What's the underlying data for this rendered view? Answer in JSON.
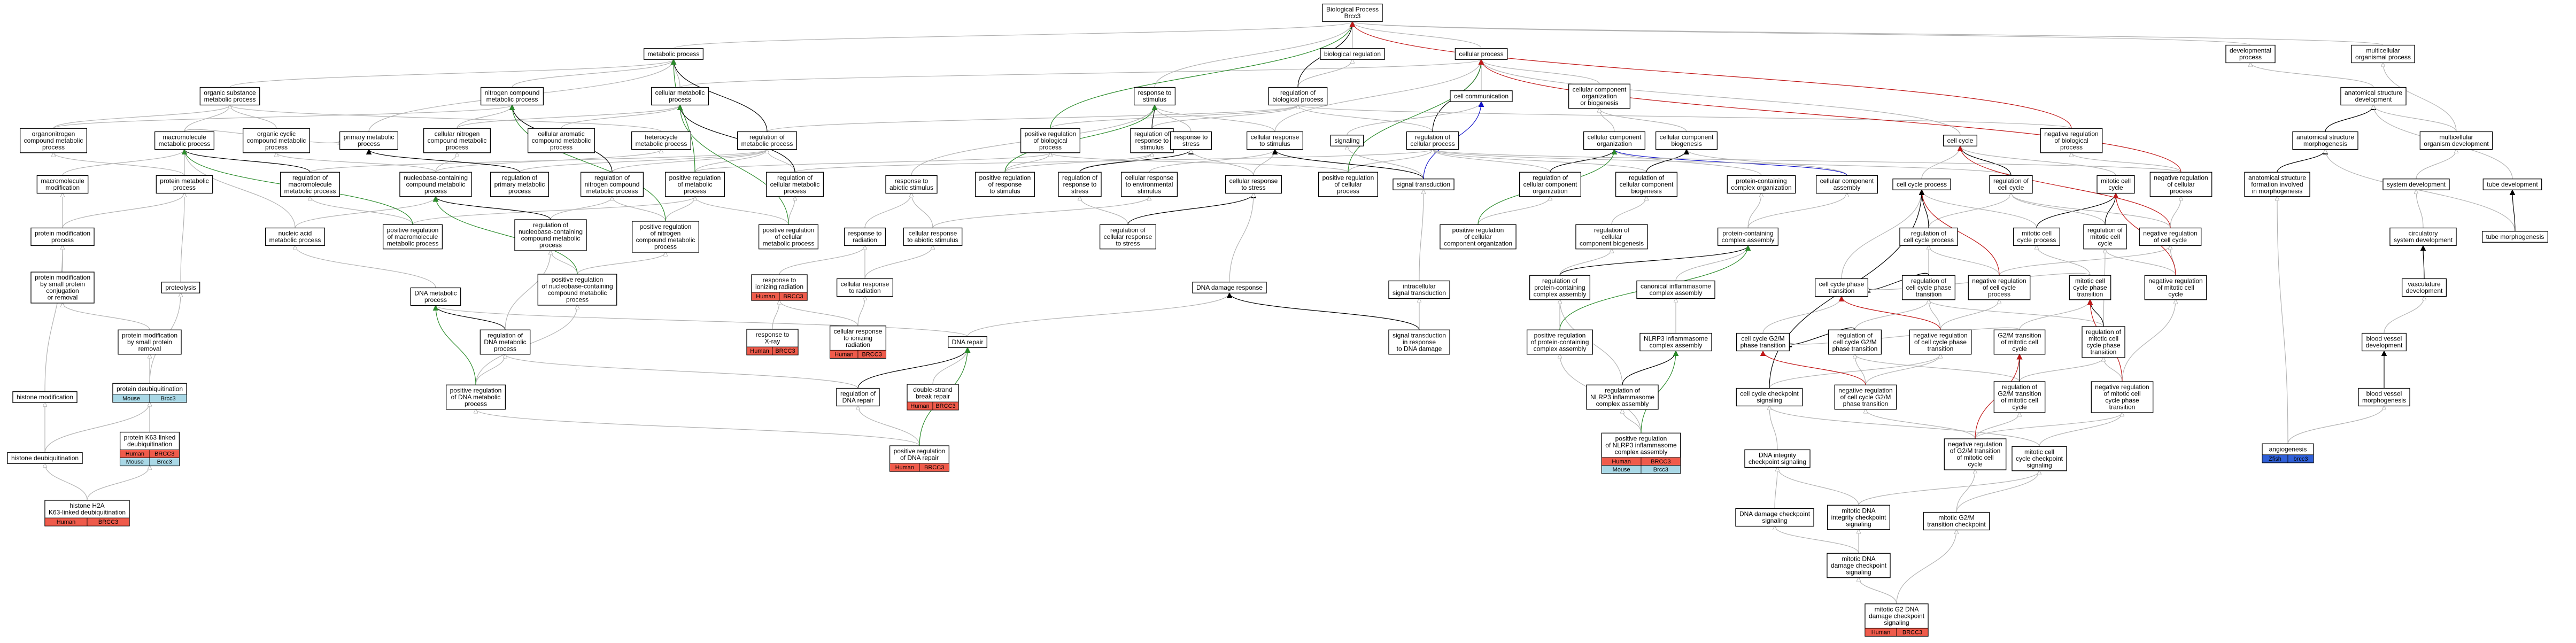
{
  "colors": {
    "is_a": "#b3b3b3",
    "part_of": "#000000",
    "regulates": "#000000",
    "positively_regulates": "#2a8a2a",
    "negatively_regulates": "#c01818",
    "occurs_in": "#1010c8",
    "human": "#ef5b4b",
    "mouse": "#a9d8e6",
    "zfish": "#3060d8"
  },
  "nodes": [
    {
      "id": "bp",
      "lines": [
        "Biological Process",
        "Brcc3"
      ]
    },
    {
      "id": "metab",
      "lines": [
        "metabolic process"
      ]
    },
    {
      "id": "cellproc",
      "lines": [
        "cellular process"
      ]
    },
    {
      "id": "bioreg",
      "lines": [
        "biological regulation"
      ]
    },
    {
      "id": "devproc",
      "lines": [
        "developmental",
        "process"
      ]
    },
    {
      "id": "multi",
      "lines": [
        "multicellular",
        "organismal process"
      ]
    },
    {
      "id": "orgsub",
      "lines": [
        "organic substance",
        "metabolic process"
      ]
    },
    {
      "id": "nitro",
      "lines": [
        "nitrogen compound",
        "metabolic process"
      ]
    },
    {
      "id": "cellmetab",
      "lines": [
        "cellular metabolic",
        "process"
      ]
    },
    {
      "id": "respstim",
      "lines": [
        "response to",
        "stimulus"
      ]
    },
    {
      "id": "regbio",
      "lines": [
        "regulation of",
        "biological process"
      ]
    },
    {
      "id": "cellcomm",
      "lines": [
        "cell communication"
      ]
    },
    {
      "id": "ccorg",
      "lines": [
        "cellular component",
        "organization",
        "or biogenesis"
      ]
    },
    {
      "id": "anatdev",
      "lines": [
        "anatomical structure",
        "development"
      ]
    },
    {
      "id": "organo",
      "lines": [
        "organonitrogen",
        "compound metabolic",
        "process"
      ]
    },
    {
      "id": "macro",
      "lines": [
        "macromolecule",
        "metabolic process"
      ]
    },
    {
      "id": "orgcyc",
      "lines": [
        "organic cyclic",
        "compound metabolic",
        "process"
      ]
    },
    {
      "id": "primary",
      "lines": [
        "primary metabolic",
        "process"
      ]
    },
    {
      "id": "cellnitro",
      "lines": [
        "cellular nitrogen",
        "compound metabolic",
        "process"
      ]
    },
    {
      "id": "cellarom",
      "lines": [
        "cellular aromatic",
        "compound metabolic",
        "process"
      ]
    },
    {
      "id": "hetero",
      "lines": [
        "heterocycle",
        "metabolic process"
      ]
    },
    {
      "id": "regmetab",
      "lines": [
        "regulation of",
        "metabolic process"
      ]
    },
    {
      "id": "posbio",
      "lines": [
        "positive regulation",
        "of biological",
        "process"
      ]
    },
    {
      "id": "regresp",
      "lines": [
        "regulation of",
        "response to",
        "stimulus"
      ]
    },
    {
      "id": "respstress",
      "lines": [
        "response to",
        "stress"
      ]
    },
    {
      "id": "cellresp",
      "lines": [
        "cellular response",
        "to stimulus"
      ]
    },
    {
      "id": "signaling",
      "lines": [
        "signaling"
      ]
    },
    {
      "id": "regcell",
      "lines": [
        "regulation of",
        "cellular process"
      ]
    },
    {
      "id": "cellcomporg",
      "lines": [
        "cellular component",
        "organization"
      ]
    },
    {
      "id": "cellcompbio",
      "lines": [
        "cellular component",
        "biogenesis"
      ]
    },
    {
      "id": "cellcycle",
      "lines": [
        "cell cycle"
      ]
    },
    {
      "id": "negbio",
      "lines": [
        "negative regulation",
        "of biological",
        "process"
      ]
    },
    {
      "id": "anatmorph",
      "lines": [
        "anatomical structure",
        "morphogenesis"
      ]
    },
    {
      "id": "multidev",
      "lines": [
        "multicellular",
        "organism development"
      ]
    },
    {
      "id": "macromod",
      "lines": [
        "macromolecule",
        "modification"
      ]
    },
    {
      "id": "protmetab",
      "lines": [
        "protein metabolic",
        "process"
      ]
    },
    {
      "id": "regmacro",
      "lines": [
        "regulation of",
        "macromolecule",
        "metabolic process"
      ]
    },
    {
      "id": "nucleobase",
      "lines": [
        "nucleobase-containing",
        "compound metabolic",
        "process"
      ]
    },
    {
      "id": "regprim",
      "lines": [
        "regulation of",
        "primary metabolic",
        "process"
      ]
    },
    {
      "id": "regnitro",
      "lines": [
        "regulation of",
        "nitrogen compound",
        "metabolic process"
      ]
    },
    {
      "id": "posmetab",
      "lines": [
        "positive regulation",
        "of metabolic",
        "process"
      ]
    },
    {
      "id": "regcellmetab",
      "lines": [
        "regulation of",
        "cellular metabolic",
        "process"
      ]
    },
    {
      "id": "respabiotic",
      "lines": [
        "response to",
        "abiotic stimulus"
      ]
    },
    {
      "id": "posresp",
      "lines": [
        "positive regulation",
        "of response",
        "to stimulus"
      ]
    },
    {
      "id": "regrespstress",
      "lines": [
        "regulation of",
        "response to",
        "stress"
      ]
    },
    {
      "id": "cellrespenv",
      "lines": [
        "cellular response",
        "to environmental",
        "stimulus"
      ]
    },
    {
      "id": "cellrespstress",
      "lines": [
        "cellular response",
        "to stress"
      ]
    },
    {
      "id": "poscell",
      "lines": [
        "positive regulation",
        "of cellular",
        "process"
      ]
    },
    {
      "id": "signaltrans",
      "lines": [
        "signal transduction"
      ]
    },
    {
      "id": "protcomporg",
      "lines": [
        "protein-containing",
        "complex organization"
      ]
    },
    {
      "id": "cellcompasm",
      "lines": [
        "cellular component",
        "assembly"
      ]
    },
    {
      "id": "regccorg",
      "lines": [
        "regulation of",
        "cellular component",
        "organization"
      ]
    },
    {
      "id": "regccbio",
      "lines": [
        "regulation of",
        "cellular component",
        "biogenesis"
      ]
    },
    {
      "id": "cellcycproc",
      "lines": [
        "cell cycle process"
      ]
    },
    {
      "id": "regcellcycle",
      "lines": [
        "regulation of",
        "cell cycle"
      ]
    },
    {
      "id": "mitotic",
      "lines": [
        "mitotic cell",
        "cycle"
      ]
    },
    {
      "id": "negcell",
      "lines": [
        "negative regulation",
        "of cellular",
        "process"
      ]
    },
    {
      "id": "morphdev",
      "lines": [
        "anatomical structure",
        "formation involved",
        "in morphogenesis"
      ]
    },
    {
      "id": "systemdev",
      "lines": [
        "system development"
      ]
    },
    {
      "id": "tubedev",
      "lines": [
        "tube development"
      ]
    },
    {
      "id": "protmod",
      "lines": [
        "protein modification",
        "process"
      ]
    },
    {
      "id": "nucacid",
      "lines": [
        "nucleic acid",
        "metabolic process"
      ]
    },
    {
      "id": "posmacro",
      "lines": [
        "positive regulation",
        "of macromolecule",
        "metabolic process"
      ]
    },
    {
      "id": "regnuc",
      "lines": [
        "regulation of",
        "nucleobase-containing",
        "compound metabolic",
        "process"
      ]
    },
    {
      "id": "posnitro",
      "lines": [
        "positive regulation",
        "of nitrogen",
        "compound metabolic",
        "process"
      ]
    },
    {
      "id": "poscellmetab",
      "lines": [
        "positive regulation",
        "of cellular",
        "metabolic process"
      ]
    },
    {
      "id": "resprad",
      "lines": [
        "response to",
        "radiation"
      ]
    },
    {
      "id": "cellrespabiotic",
      "lines": [
        "cellular response",
        "to abiotic stimulus"
      ]
    },
    {
      "id": "regcellresp",
      "lines": [
        "regulation of",
        "cellular response",
        "to stress"
      ]
    },
    {
      "id": "posccbio",
      "lines": [
        "positive regulation",
        "of cellular",
        "component organization"
      ]
    },
    {
      "id": "regcellccbio",
      "lines": [
        "regulation of",
        "cellular",
        "component biogenesis"
      ]
    },
    {
      "id": "protcompasm",
      "lines": [
        "protein-containing",
        "complex assembly"
      ]
    },
    {
      "id": "regcellcycproc",
      "lines": [
        "regulation of",
        "cell cycle process"
      ]
    },
    {
      "id": "mitoticproc",
      "lines": [
        "mitotic cell",
        "cycle process"
      ]
    },
    {
      "id": "regmitotic",
      "lines": [
        "regulation of",
        "mitotic cell",
        "cycle"
      ]
    },
    {
      "id": "negcellcycle",
      "lines": [
        "negative regulation",
        "of cell cycle"
      ]
    },
    {
      "id": "circsys",
      "lines": [
        "circulatory",
        "system development"
      ]
    },
    {
      "id": "tubemorph",
      "lines": [
        "tube morphogenesis"
      ]
    },
    {
      "id": "protmodconj",
      "lines": [
        "protein modification",
        "by small protein",
        "conjugation",
        "or removal"
      ]
    },
    {
      "id": "proteolysis",
      "lines": [
        "proteolysis"
      ]
    },
    {
      "id": "dnametab",
      "lines": [
        "DNA metabolic",
        "process"
      ]
    },
    {
      "id": "posregnuc",
      "lines": [
        "positive regulation",
        "of nucleobase-containing",
        "compound metabolic",
        "process"
      ]
    },
    {
      "id": "respion",
      "lines": [
        "response to",
        "ionizing radiation"
      ],
      "anno": [
        {
          "a": "Human",
          "b": "BRCC3",
          "c": "human"
        }
      ]
    },
    {
      "id": "cellresprad",
      "lines": [
        "cellular response",
        "to radiation"
      ]
    },
    {
      "id": "dnadamage",
      "lines": [
        "DNA damage response"
      ]
    },
    {
      "id": "intracell",
      "lines": [
        "intracellular",
        "signal transduction"
      ]
    },
    {
      "id": "regprotcomp",
      "lines": [
        "regulation of",
        "protein-containing",
        "complex assembly"
      ]
    },
    {
      "id": "inflamm",
      "lines": [
        "canonical inflammasome",
        "complex assembly"
      ]
    },
    {
      "id": "cellcycphase",
      "lines": [
        "cell cycle phase",
        "transition"
      ]
    },
    {
      "id": "regcellcycphase",
      "lines": [
        "regulation of",
        "cell cycle phase",
        "transition"
      ]
    },
    {
      "id": "negcellcycproc",
      "lines": [
        "negative regulation",
        "of cell cycle",
        "process"
      ]
    },
    {
      "id": "mitoticphase",
      "lines": [
        "mitotic cell",
        "cycle phase",
        "transition"
      ]
    },
    {
      "id": "negregmitotic",
      "lines": [
        "negative regulation",
        "of mitotic cell",
        "cycle"
      ]
    },
    {
      "id": "vascdev",
      "lines": [
        "vasculature",
        "development"
      ]
    },
    {
      "id": "protmodsmall",
      "lines": [
        "protein modification",
        "by small protein",
        "removal"
      ]
    },
    {
      "id": "regdna",
      "lines": [
        "regulation of",
        "DNA metabolic",
        "process"
      ]
    },
    {
      "id": "respxray",
      "lines": [
        "response to",
        "X-ray"
      ],
      "anno": [
        {
          "a": "Human",
          "b": "BRCC3",
          "c": "human"
        }
      ]
    },
    {
      "id": "cellrespion",
      "lines": [
        "cellular response",
        "to ionizing",
        "radiation"
      ],
      "anno": [
        {
          "a": "Human",
          "b": "BRCC3",
          "c": "human"
        }
      ]
    },
    {
      "id": "dnarepair",
      "lines": [
        "DNA repair"
      ]
    },
    {
      "id": "signaldna",
      "lines": [
        "signal transduction",
        "in response",
        "to DNA damage"
      ]
    },
    {
      "id": "posprotcomp",
      "lines": [
        "positive regulation",
        "of protein-containing",
        "complex assembly"
      ]
    },
    {
      "id": "nlrp3",
      "lines": [
        "NLRP3 inflammasome",
        "complex assembly"
      ]
    },
    {
      "id": "g2m",
      "lines": [
        "cell cycle G2/M",
        "phase transition"
      ]
    },
    {
      "id": "regg2m",
      "lines": [
        "regulation of",
        "cell cycle G2/M",
        "phase transition"
      ]
    },
    {
      "id": "negregphase",
      "lines": [
        "negative regulation",
        "of cell cycle phase",
        "transition"
      ]
    },
    {
      "id": "g2mmitotic",
      "lines": [
        "G2/M transition",
        "of mitotic cell",
        "cycle"
      ]
    },
    {
      "id": "regmitoticphase",
      "lines": [
        "regulation of",
        "mitotic cell",
        "cycle phase",
        "transition"
      ]
    },
    {
      "id": "bloodvessel",
      "lines": [
        "blood vessel",
        "development"
      ]
    },
    {
      "id": "protdeub",
      "lines": [
        "protein deubiquitination"
      ],
      "anno": [
        {
          "a": "Mouse",
          "b": "Brcc3",
          "c": "mouse"
        }
      ]
    },
    {
      "id": "histmod",
      "lines": [
        "histone modification"
      ]
    },
    {
      "id": "posdna",
      "lines": [
        "positive regulation",
        "of DNA metabolic",
        "process"
      ]
    },
    {
      "id": "regdnarepair",
      "lines": [
        "regulation of",
        "DNA repair"
      ]
    },
    {
      "id": "dsbr",
      "lines": [
        "double-strand",
        "break repair"
      ],
      "anno": [
        {
          "a": "Human",
          "b": "BRCC3",
          "c": "human"
        }
      ]
    },
    {
      "id": "regnlrp3",
      "lines": [
        "regulation of",
        "NLRP3 inflammasome",
        "complex assembly"
      ]
    },
    {
      "id": "cellcyccheck",
      "lines": [
        "cell cycle checkpoint",
        "signaling"
      ]
    },
    {
      "id": "negregg2m",
      "lines": [
        "negative regulation",
        "of cell cycle G2/M",
        "phase transition"
      ]
    },
    {
      "id": "regg2mmitotic",
      "lines": [
        "regulation of",
        "G2/M transition",
        "of mitotic cell",
        "cycle"
      ]
    },
    {
      "id": "negregmitoticphase",
      "lines": [
        "negative regulation",
        "of mitotic cell",
        "cycle phase",
        "transition"
      ]
    },
    {
      "id": "bvmorph",
      "lines": [
        "blood vessel",
        "morphogenesis"
      ]
    },
    {
      "id": "k63",
      "lines": [
        "protein K63-linked",
        "deubiquitination"
      ],
      "anno": [
        {
          "a": "Human",
          "b": "BRCC3",
          "c": "human"
        },
        {
          "a": "Mouse",
          "b": "Brcc3",
          "c": "mouse"
        }
      ]
    },
    {
      "id": "histdeub",
      "lines": [
        "histone deubiquitination"
      ]
    },
    {
      "id": "posdnarepair",
      "lines": [
        "positive regulation",
        "of DNA repair"
      ],
      "anno": [
        {
          "a": "Human",
          "b": "BRCC3",
          "c": "human"
        }
      ]
    },
    {
      "id": "posnlrp3",
      "lines": [
        "positive regulation",
        "of NLRP3 inflammasome",
        "complex assembly"
      ],
      "anno": [
        {
          "a": "Human",
          "b": "BRCC3",
          "c": "human"
        },
        {
          "a": "Mouse",
          "b": "Brcc3",
          "c": "mouse"
        }
      ]
    },
    {
      "id": "dnaintegrity",
      "lines": [
        "DNA integrity",
        "checkpoint signaling"
      ]
    },
    {
      "id": "negregg2mmitotic",
      "lines": [
        "negative regulation",
        "of G2/M transition",
        "of mitotic cell",
        "cycle"
      ]
    },
    {
      "id": "mitoticcheck",
      "lines": [
        "mitotic cell",
        "cycle checkpoint",
        "signaling"
      ]
    },
    {
      "id": "angio",
      "lines": [
        "angiogenesis"
      ],
      "anno": [
        {
          "a": "Zfish",
          "b": "brcc3",
          "c": "zfish"
        }
      ]
    },
    {
      "id": "h2a",
      "lines": [
        "histone H2A",
        "K63-linked deubiquitination"
      ],
      "anno": [
        {
          "a": "Human",
          "b": "BRCC3",
          "c": "human"
        }
      ]
    },
    {
      "id": "dnadamagecheck",
      "lines": [
        "DNA damage checkpoint",
        "signaling"
      ]
    },
    {
      "id": "mitoticdna",
      "lines": [
        "mitotic DNA",
        "integrity checkpoint",
        "signaling"
      ]
    },
    {
      "id": "mitoticg2m",
      "lines": [
        "mitotic G2/M",
        "transition checkpoint"
      ]
    },
    {
      "id": "mitoticdnadamage",
      "lines": [
        "mitotic DNA",
        "damage checkpoint",
        "signaling"
      ]
    },
    {
      "id": "mitoticg2dna",
      "lines": [
        "mitotic G2 DNA",
        "damage checkpoint",
        "signaling"
      ],
      "anno": [
        {
          "a": "Human",
          "b": "BRCC3",
          "c": "human"
        }
      ]
    }
  ]
}
